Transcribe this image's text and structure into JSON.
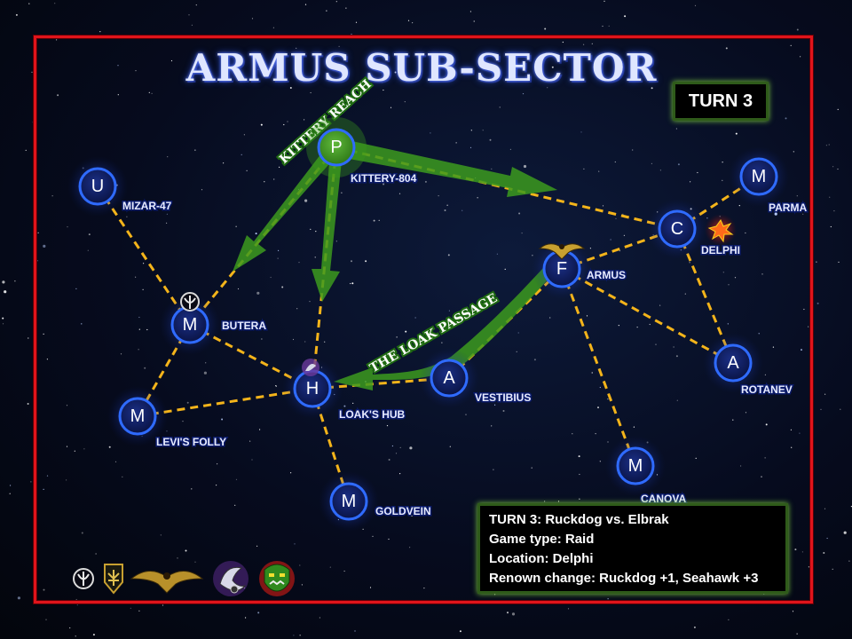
{
  "title": "ARMUS SUB-SECTOR",
  "turn_badge": "TURN 3",
  "routes": [
    {
      "name": "KITTERY REACH"
    },
    {
      "name": "THE LOAK PASSAGE"
    }
  ],
  "systems": [
    {
      "id": "P",
      "letter": "P",
      "name": "KITTERY-804"
    },
    {
      "id": "U",
      "letter": "U",
      "name": "MIZAR-47"
    },
    {
      "id": "MB",
      "letter": "M",
      "name": "BUTERA"
    },
    {
      "id": "ML",
      "letter": "M",
      "name": "LEVI'S FOLLY"
    },
    {
      "id": "H",
      "letter": "H",
      "name": "LOAK'S HUB"
    },
    {
      "id": "MG",
      "letter": "M",
      "name": "GOLDVEIN"
    },
    {
      "id": "AV",
      "letter": "A",
      "name": "VESTIBIUS"
    },
    {
      "id": "F",
      "letter": "F",
      "name": "ARMUS"
    },
    {
      "id": "C",
      "letter": "C",
      "name": "DELPHI"
    },
    {
      "id": "MP",
      "letter": "M",
      "name": "PARMA"
    },
    {
      "id": "AR",
      "letter": "A",
      "name": "ROTANEV"
    },
    {
      "id": "MC",
      "letter": "M",
      "name": "CANOVA"
    }
  ],
  "info": {
    "line1": "TURN 3: Ruckdog vs. Elbrak",
    "line2": "Game type: Raid",
    "line3": "Location: Delphi",
    "line4": "Renown change: Ruckdog +1, Seahawk +3"
  },
  "colors": {
    "frame": "#e0141b",
    "lane": "#f4b41a",
    "route": "#3c9a1e",
    "node_ring": "#2f6bff",
    "box_border": "#2f5b1a"
  },
  "legend_icons": [
    "eldar-rune-icon",
    "sigil-shield-icon",
    "imperial-aquila-icon",
    "dark-eldar-icon",
    "ork-skull-icon"
  ]
}
